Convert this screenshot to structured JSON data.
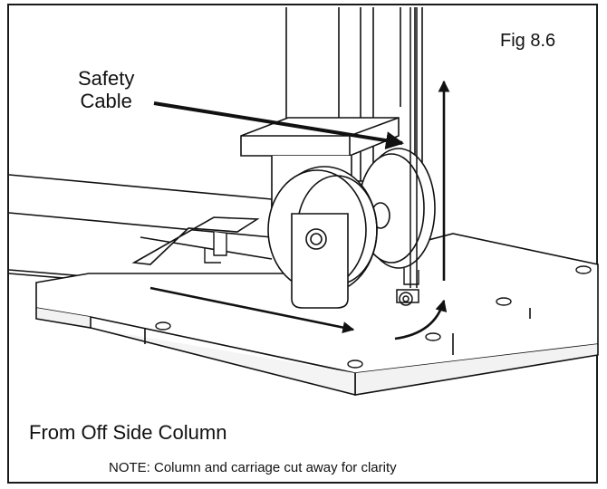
{
  "figure": {
    "label": "Fig 8.6",
    "callout": {
      "line1": "Safety",
      "line2": "Cable"
    },
    "caption": "From Off Side Column",
    "note": "NOTE: Column and carriage cut away for clarity"
  },
  "colors": {
    "ink": "#111111",
    "paper": "#ffffff",
    "shade": "#f2f2f2"
  }
}
